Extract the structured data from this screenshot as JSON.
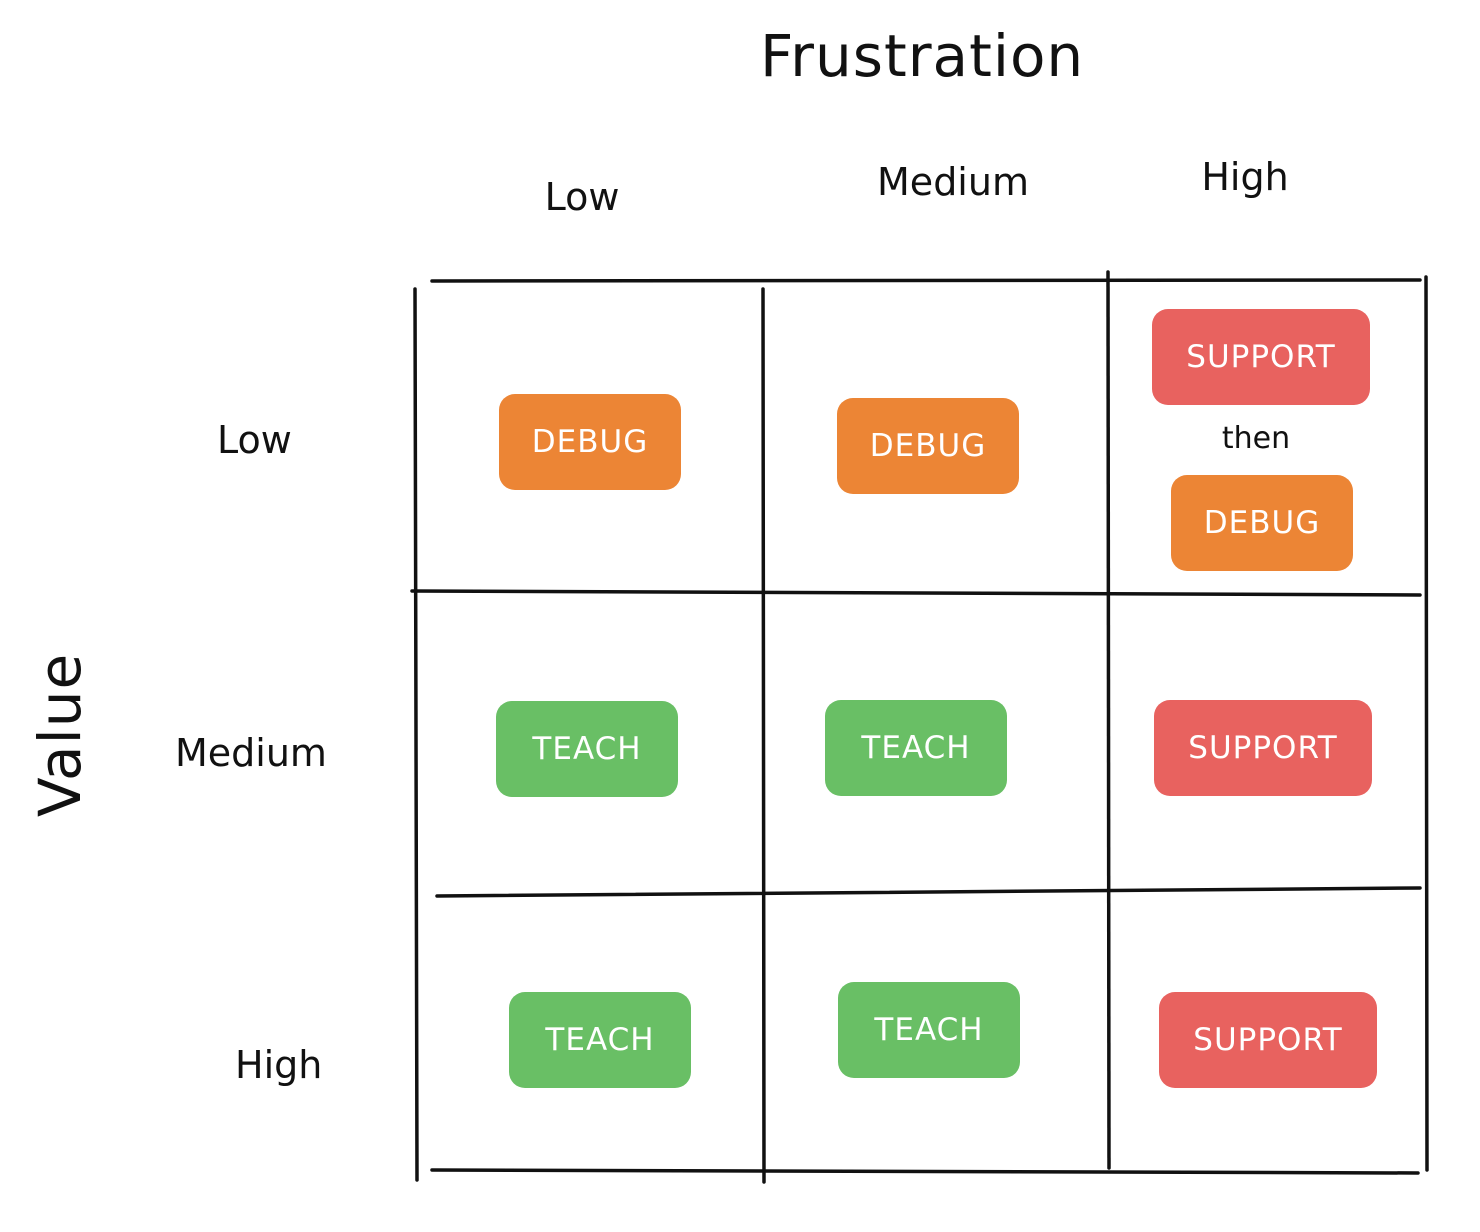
{
  "x_axis": {
    "title": "Frustration",
    "levels": [
      "Low",
      "Medium",
      "High"
    ]
  },
  "y_axis": {
    "title": "Value",
    "levels": [
      "Low",
      "Medium",
      "High"
    ]
  },
  "colors": {
    "debug": "#ec8535",
    "teach": "#69bf65",
    "support": "#e8625f",
    "grid_line": "#111111"
  },
  "cells": {
    "low_low": {
      "action": "DEBUG"
    },
    "low_medium": {
      "action": "DEBUG"
    },
    "low_high": {
      "first_action": "SUPPORT",
      "connector": "then",
      "second_action": "DEBUG"
    },
    "medium_low": {
      "action": "TEACH"
    },
    "medium_medium": {
      "action": "TEACH"
    },
    "medium_high": {
      "action": "SUPPORT"
    },
    "high_low": {
      "action": "TEACH"
    },
    "high_medium": {
      "action": "TEACH"
    },
    "high_high": {
      "action": "SUPPORT"
    }
  }
}
